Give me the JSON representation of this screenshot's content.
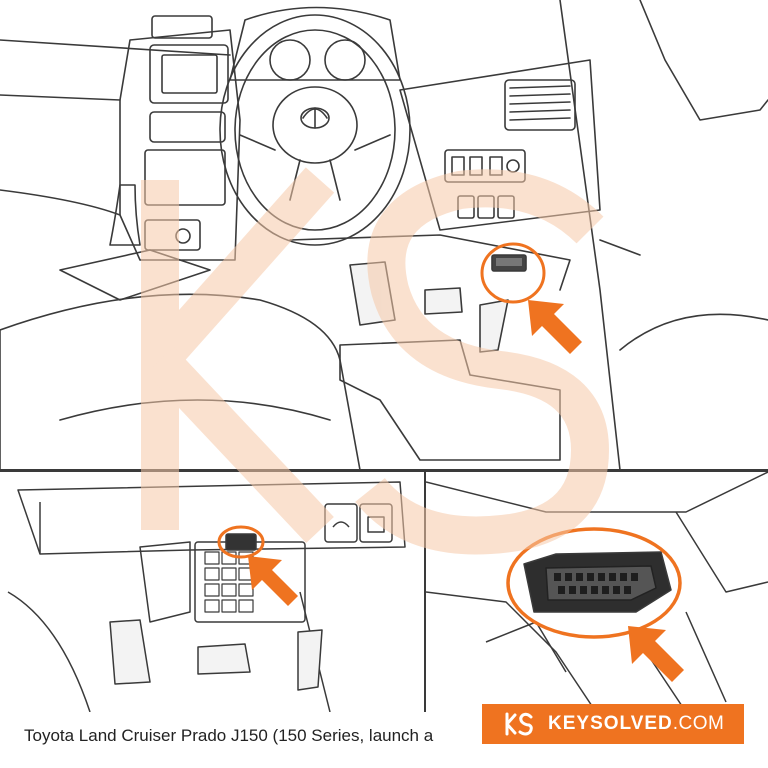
{
  "caption": "Toyota Land Cruiser Prado J150 (150 Series, launch a",
  "brand": {
    "name": "KEYSOLVED",
    "tld": ".COM"
  },
  "colors": {
    "accent": "#ef7320",
    "line": "#3a3a3a",
    "watermark": "#f6c9a8"
  },
  "icons": {
    "arrow": "pointer-arrow-icon",
    "highlight": "highlight-circle-icon"
  }
}
